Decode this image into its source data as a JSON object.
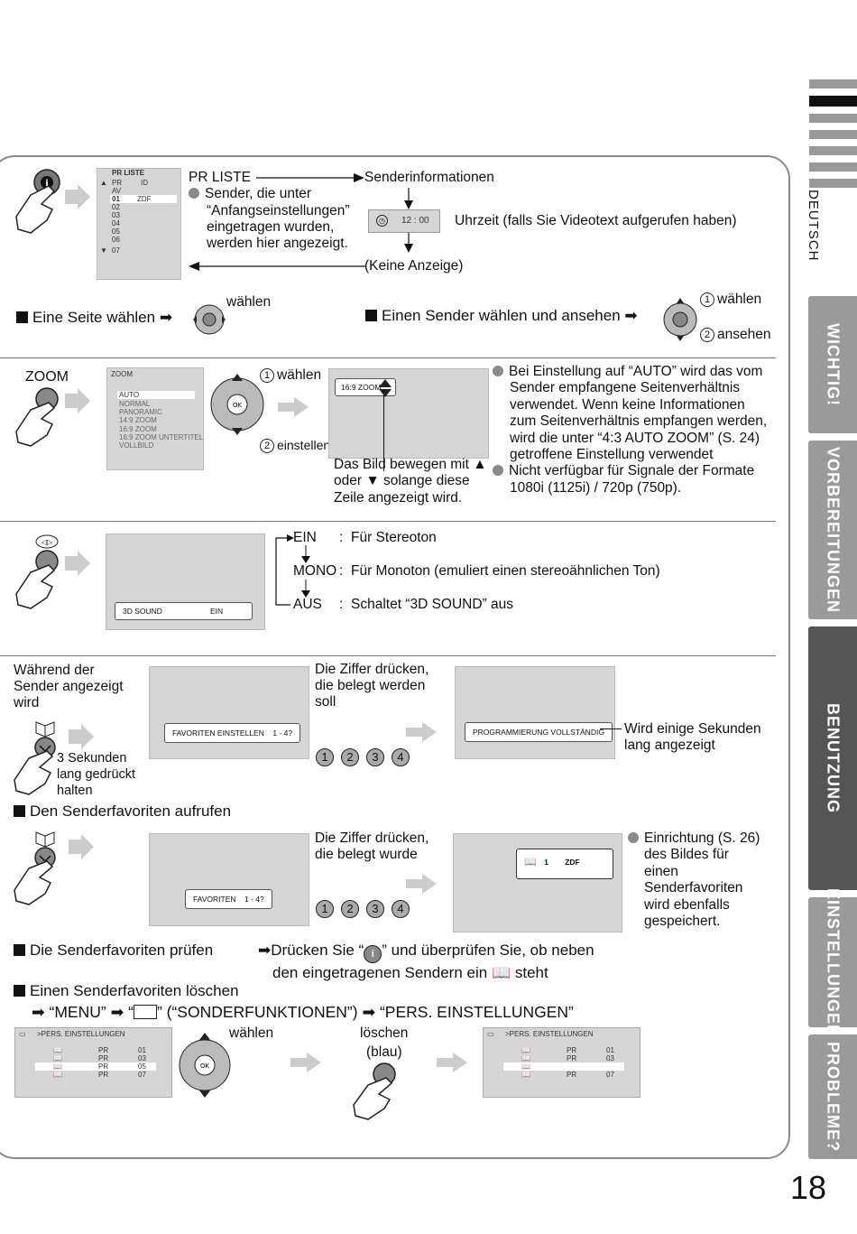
{
  "sidebar": {
    "page_number": "18",
    "tabs": [
      {
        "label": "DEUTSCH"
      },
      {
        "label": "WICHTIG!"
      },
      {
        "label": "VORBEREITUNGEN"
      },
      {
        "label": "BENUTZUNG"
      },
      {
        "label": "EINSTELLUNGEN"
      },
      {
        "label": "PROBLEME?"
      }
    ]
  },
  "pr_liste": {
    "osd_title": "PR LISTE",
    "osd_col1": "PR",
    "osd_col2": "ID",
    "osd_rows": [
      "AV",
      "01",
      "02",
      "03",
      "04",
      "05",
      "06",
      "07"
    ],
    "osd_selected_id": "ZDF",
    "label": "PR LISTE",
    "info_label": "Senderinformationen",
    "bullet": "Sender, die unter",
    "bullet_l2": "“Anfangseinstellungen”",
    "bullet_l3": "eingetragen wurden,",
    "bullet_l4": "werden hier angezeigt.",
    "clock": "12 : 00",
    "clock_note": "Uhrzeit (falls Sie Videotext aufgerufen haben)",
    "no_display": "(Keine Anzeige)"
  },
  "page_select": {
    "heading": "Eine Seite wählen",
    "waehlen": "wählen",
    "heading2": "Einen Sender wählen und ansehen",
    "step1": "wählen",
    "step2": "ansehen"
  },
  "zoom": {
    "label": "ZOOM",
    "osd_title": "ZOOM",
    "options": [
      "AUTO",
      "NORMAL",
      "PANORAMIC",
      "14:9 ZOOM",
      "16:9 ZOOM",
      "16:9 ZOOM UNTERTITEL",
      "VOLLBILD"
    ],
    "step1": "wählen",
    "step2": "einstellen",
    "osd_value": "16:9 ZOOM",
    "move_l1": "Das Bild bewegen mit ▲",
    "move_l2": "oder ▼ solange diese",
    "move_l3": "Zeile angezeigt wird.",
    "note1_l1": "Bei Einstellung auf “AUTO” wird das vom",
    "note1_l2": "Sender empfangene Seitenverhältnis",
    "note1_l3": "verwendet. Wenn keine Informationen",
    "note1_l4": "zum Seitenverhältnis empfangen werden,",
    "note1_l5": "wird die unter “4:3 AUTO ZOOM” (S. 24)",
    "note1_l6": "getroffene Einstellung verwendet",
    "note2_l1": "Nicht verfügbar für Signale der Formate",
    "note2_l2": "1080i (1125i) / 720p (750p)."
  },
  "sound": {
    "osd_label": "3D SOUND",
    "osd_value": "EIN",
    "ein": "EIN",
    "ein_desc": "Für Stereoton",
    "mono": "MONO",
    "mono_desc": "Für Monoton (emuliert einen stereoähnlichen Ton)",
    "aus": "AUS",
    "aus_desc": "Schaltet “3D SOUND” aus",
    "colon": ":"
  },
  "favorites": {
    "during_l1": "Während der",
    "during_l2": "Sender angezeigt",
    "during_l3": "wird",
    "hold_l1": "3 Sekunden",
    "hold_l2": "lang gedrückt",
    "hold_l3": "halten",
    "osd_set": "FAVORITEN EINSTELLEN    1 - 4?",
    "press_l1": "Die Ziffer drücken,",
    "press_l2": "die belegt werden",
    "press_l3": "soll",
    "digits": [
      "1",
      "2",
      "3",
      "4"
    ],
    "osd_done": "PROGRAMMIERUNG VOLLSTÄNDIG",
    "shown_l1": "Wird einige Sekunden",
    "shown_l2": "lang angezeigt",
    "call_heading": "Den Senderfavoriten aufrufen",
    "osd_fav": "FAVORITEN    1 - 4?",
    "press2_l1": "Die Ziffer drücken,",
    "press2_l2": "die belegt wurde",
    "osd_fav_num": "1",
    "osd_fav_name": "ZDF",
    "setup_l1": "Einrichtung (S. 26)",
    "setup_l2": "des Bildes für",
    "setup_l3": "einen",
    "setup_l4": "Senderfavoriten",
    "setup_l5": "wird ebenfalls",
    "setup_l6": "gespeichert."
  },
  "check": {
    "heading": "Die Senderfavoriten prüfen",
    "text_a": "Drücken Sie “",
    "text_b": "” und überprüfen Sie, ob neben",
    "text_l2a": "den eingetragenen Sendern ein",
    "text_l2b": "steht"
  },
  "delete": {
    "heading": "Einen Senderfavoriten löschen",
    "menu": "“MENU”",
    "sonder": "(“SONDERFUNKTIONEN”)",
    "pers": "“PERS. EINSTELLUNGEN”",
    "osd_title": ">PERS. EINSTELLUNGEN",
    "rows_before": [
      [
        "PR",
        "01"
      ],
      [
        "PR",
        "03"
      ],
      [
        "PR",
        "05"
      ],
      [
        "PR",
        "07"
      ]
    ],
    "rows_after": [
      [
        "PR",
        "01"
      ],
      [
        "PR",
        "03"
      ],
      [
        "",
        ""
      ],
      [
        "PR",
        "07"
      ]
    ],
    "waehlen": "wählen",
    "loeschen": "löschen",
    "blau": "(blau)"
  }
}
